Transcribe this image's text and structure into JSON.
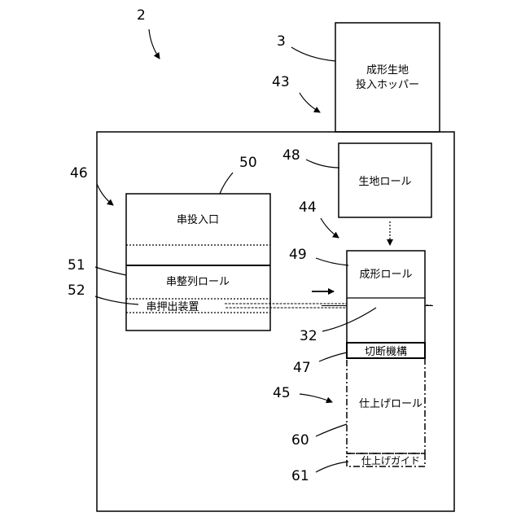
{
  "numbers": {
    "n2": "2",
    "n3": "3",
    "n43": "43",
    "n46": "46",
    "n50": "50",
    "n48": "48",
    "n44": "44",
    "n49": "49",
    "n51": "51",
    "n52": "52",
    "n32": "32",
    "n47": "47",
    "n45": "45",
    "n60": "60",
    "n61": "61"
  },
  "labels": {
    "hopper_line1": "成形生地",
    "hopper_line2": "投入ホッパー",
    "dough_roll": "生地ロール",
    "skewer_inlet": "串投入口",
    "skewer_align_roll": "串整列ロール",
    "skewer_push_device": "串押出装置",
    "forming_roll": "成形ロール",
    "cutting_mechanism": "切断機構",
    "finishing_roll": "仕上げロール",
    "finishing_guide": "仕上げガイド"
  }
}
